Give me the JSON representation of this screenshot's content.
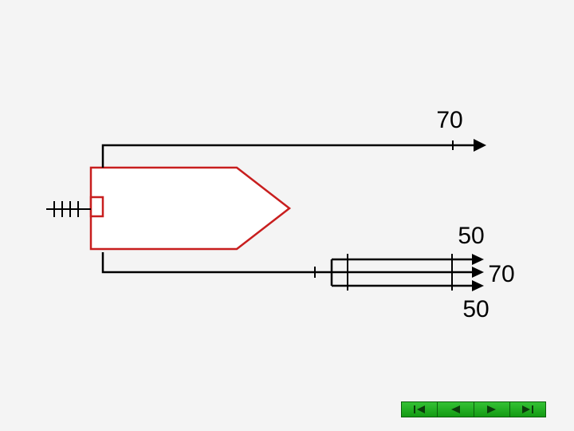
{
  "diagram": {
    "labels": {
      "top_line": "70",
      "bottom_upper": "50",
      "bottom_middle": "70",
      "bottom_lower": "50"
    },
    "colors": {
      "outline": "#c81e1e",
      "line": "#000000",
      "nav_green": "#18a818"
    }
  },
  "nav": {
    "buttons": [
      {
        "icon": "first-slide-icon"
      },
      {
        "icon": "previous-slide-icon"
      },
      {
        "icon": "next-slide-icon"
      },
      {
        "icon": "last-slide-icon"
      }
    ]
  }
}
